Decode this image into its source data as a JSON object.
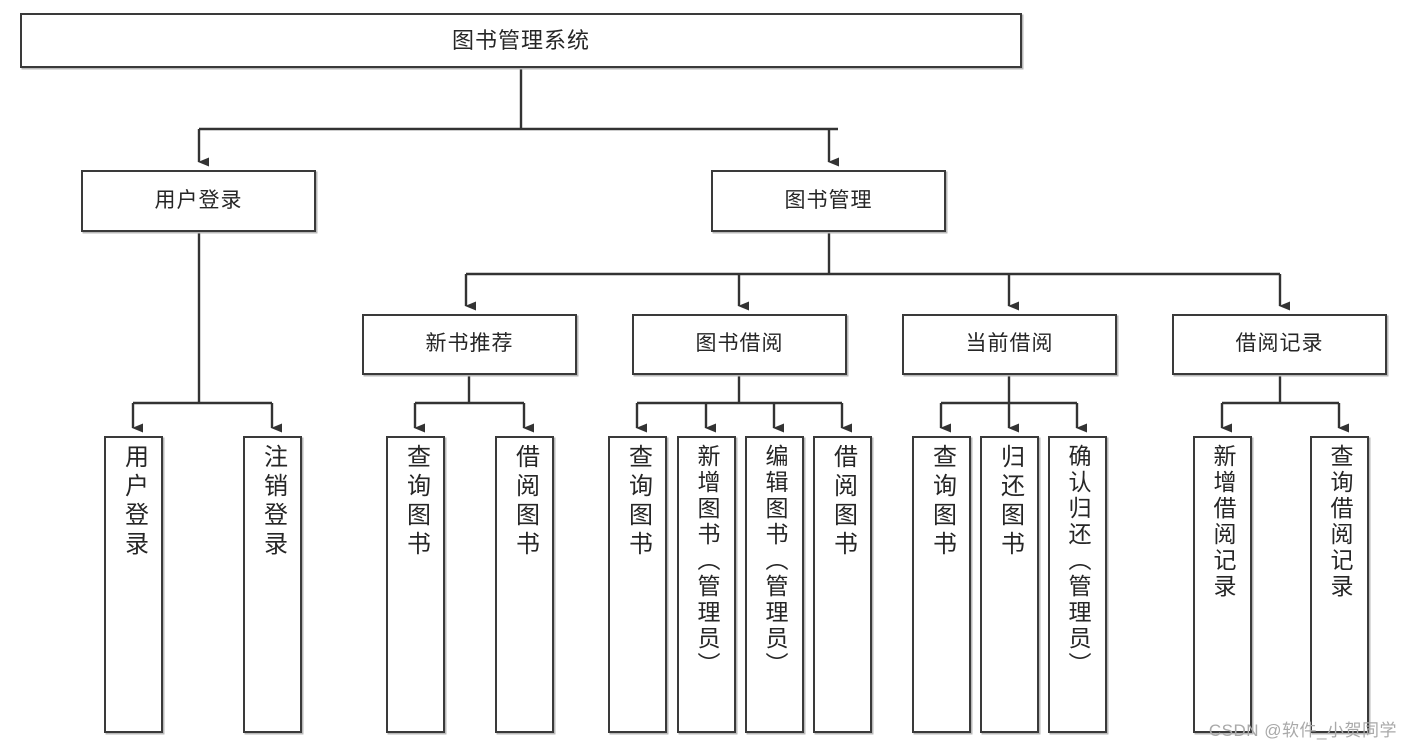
{
  "diagram": {
    "title": "图书管理系统",
    "type": "tree",
    "root": {
      "id": "root",
      "label": "图书管理系统"
    },
    "level2": [
      {
        "id": "user-login",
        "label": "用户登录"
      },
      {
        "id": "book-management",
        "label": "图书管理"
      }
    ],
    "level3": [
      {
        "id": "new-book-recommend",
        "label": "新书推荐"
      },
      {
        "id": "book-borrow",
        "label": "图书借阅"
      },
      {
        "id": "current-borrow",
        "label": "当前借阅"
      },
      {
        "id": "borrow-record",
        "label": "借阅记录"
      }
    ],
    "leaves": {
      "user_login": [
        {
          "id": "leaf-user-login",
          "label": "用户登录"
        },
        {
          "id": "leaf-logout-login",
          "label": "注销登录"
        }
      ],
      "new_book_recommend": [
        {
          "id": "leaf-query-book-1",
          "label": "查询图书"
        },
        {
          "id": "leaf-borrow-book-1",
          "label": "借阅图书"
        }
      ],
      "book_borrow": [
        {
          "id": "leaf-query-book-2",
          "label": "查询图书"
        },
        {
          "id": "leaf-add-book",
          "label": "新增图书（管理员）"
        },
        {
          "id": "leaf-edit-book",
          "label": "编辑图书（管理员）"
        },
        {
          "id": "leaf-borrow-book-2",
          "label": "借阅图书"
        }
      ],
      "current_borrow": [
        {
          "id": "leaf-query-book-3",
          "label": "查询图书"
        },
        {
          "id": "leaf-return-book",
          "label": "归还图书"
        },
        {
          "id": "leaf-confirm-return",
          "label": "确认归还（管理员）"
        }
      ],
      "borrow_record": [
        {
          "id": "leaf-add-borrow-record",
          "label": "新增借阅记录"
        },
        {
          "id": "leaf-query-borrow-record",
          "label": "查询借阅记录"
        }
      ]
    }
  },
  "watermark": {
    "text": "CSDN @软件_小贺同学"
  },
  "colors": {
    "box_border": "#3a3a3a",
    "box_fill": "#ffffff",
    "connector": "#333333",
    "text": "#262626",
    "watermark": "#a9a9a9",
    "background": "#ffffff"
  }
}
